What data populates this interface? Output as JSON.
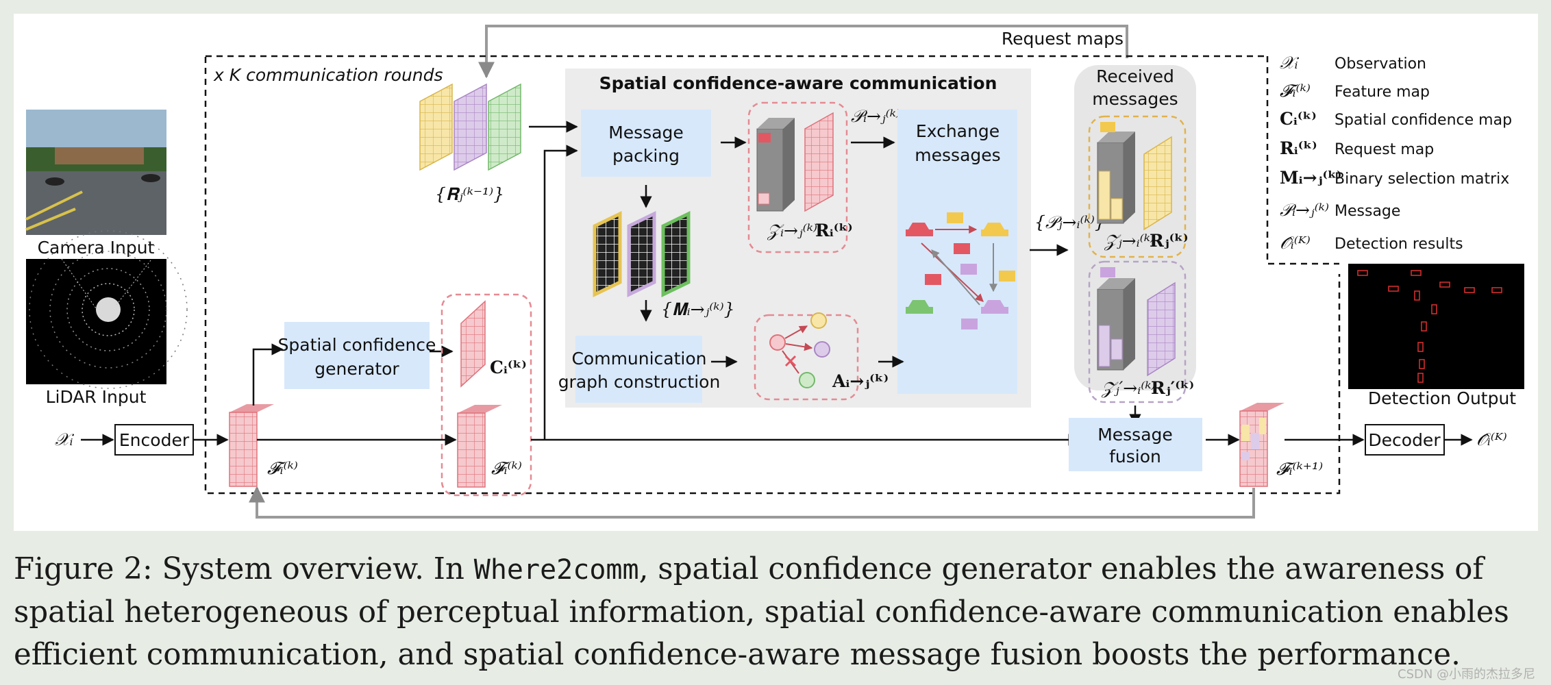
{
  "labels": {
    "request_maps": "Request maps",
    "rounds": "x K communication rounds",
    "sca_title": "Spatial confidence-aware communication",
    "received": "Received",
    "messages_word": "messages",
    "camera": "Camera Input",
    "lidar": "LiDAR Input",
    "encoder": "Encoder",
    "decoder": "Decoder",
    "scg_line1": "Spatial confidence",
    "scg_line2": "generator",
    "msg_pack_line1": "Message",
    "msg_pack_line2": "packing",
    "exchange_line1": "Exchange",
    "exchange_line2": "messages",
    "graph_line1": "Communication",
    "graph_line2": "graph construction",
    "fusion_line1": "Message",
    "fusion_line2": "fusion",
    "detection_output": "Detection Output"
  },
  "math": {
    "x_i": "𝒳ᵢ",
    "F_i_k": "𝓕ᵢ⁽ᵏ⁾",
    "F_i_k1": "𝓕ᵢ⁽ᵏ⁺¹⁾",
    "C_i_k": "𝐂ᵢ⁽ᵏ⁾",
    "R_j_km1": "{𝐑ⱼ⁽ᵏ⁻¹⁾}",
    "M_ij": "{𝐌ᵢ→ⱼ⁽ᵏ⁾}",
    "Z_ij": "𝒵ᵢ→ⱼ⁽ᵏ⁾",
    "R_i_k": "𝐑ᵢ⁽ᵏ⁾",
    "P_ij": "𝒫ᵢ→ⱼ⁽ᵏ⁾",
    "P_ji_set": "{𝒫ⱼ→ᵢ⁽ᵏ⁾}",
    "A_ij": "𝐀ᵢ→ⱼ⁽ᵏ⁾",
    "Z_ji": "𝒵ⱼ→ᵢ⁽ᵏ⁾",
    "R_j_k": "𝐑ⱼ⁽ᵏ⁾",
    "Z_jpi": "𝒵ⱼ′→ᵢ⁽ᵏ⁾",
    "R_jp_k": "𝐑ⱼ′⁽ᵏ⁾",
    "O_i_K": "𝒪̂ᵢ⁽ᴷ⁾"
  },
  "legend": [
    {
      "symbol": "𝒳ᵢ",
      "text": "Observation"
    },
    {
      "symbol": "𝓕ᵢ⁽ᵏ⁾",
      "text": "Feature map"
    },
    {
      "symbol": "𝐂ᵢ⁽ᵏ⁾",
      "text": "Spatial confidence map"
    },
    {
      "symbol": "𝐑ᵢ⁽ᵏ⁾",
      "text": "Request map"
    },
    {
      "symbol": "𝐌ᵢ→ⱼ⁽ᵏ⁾",
      "text": "Binary selection matrix"
    },
    {
      "symbol": "𝒫ᵢ→ⱼ⁽ᵏ⁾",
      "text": "Message"
    },
    {
      "symbol": "𝒪̂ᵢ⁽ᴷ⁾",
      "text": "Detection results"
    }
  ],
  "caption": {
    "label": "Figure 2: System overview. In ",
    "code": "Where2comm",
    "text": ", spatial confidence generator enables the awareness of spatial heterogeneous of perceptual information, spatial confidence-aware communication enables efficient communication, and spatial confidence-aware message fusion boosts the performance."
  },
  "watermark": "CSDN @小雨的杰拉多尼",
  "colors": {
    "pink": "#f5c9cd",
    "pink_dark": "#e07079",
    "yellow": "#f3e0a0",
    "purple": "#d9c7e6",
    "green": "#c8e6c4",
    "box_blue": "#d7e8fb",
    "panel_gray": "#ececec",
    "gray_cube": "#8d8d8d"
  }
}
